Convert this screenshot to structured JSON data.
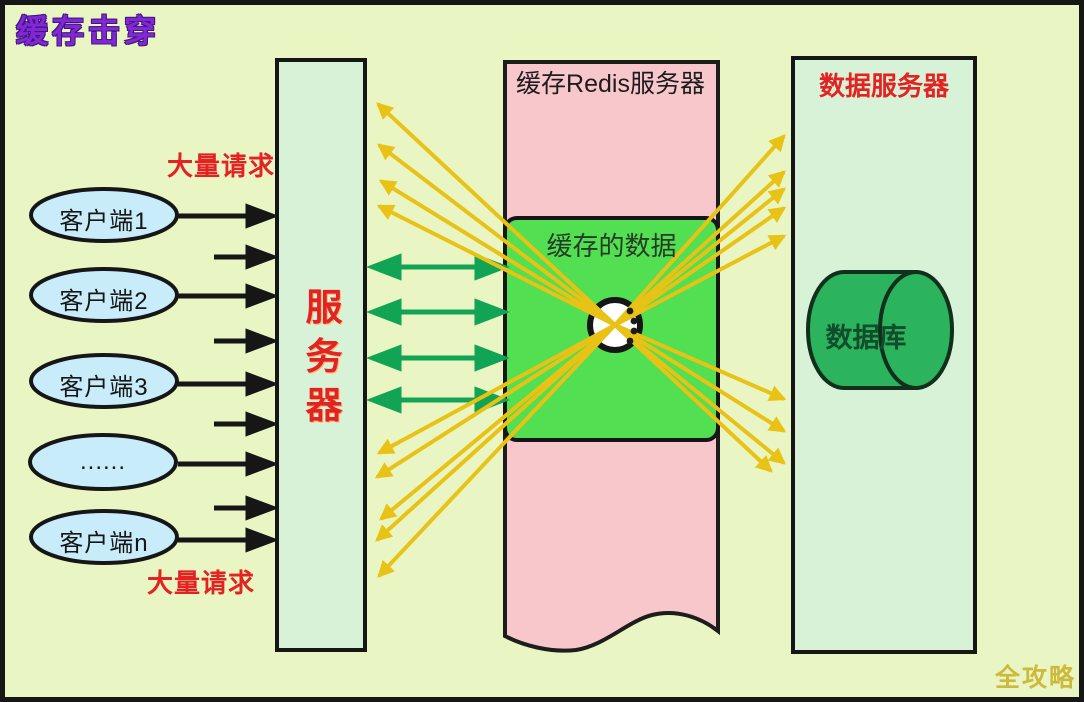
{
  "title": "缓存击穿",
  "annotations": {
    "requests_top": "大量请求",
    "requests_bottom": "大量请求"
  },
  "clients": [
    {
      "label": "客户端1"
    },
    {
      "label": "客户端2"
    },
    {
      "label": "客户端3"
    },
    {
      "label": "......"
    },
    {
      "label": "客户端n"
    }
  ],
  "server": {
    "label": "服务器"
  },
  "cache_server": {
    "title": "缓存Redis服务器",
    "cached_data_label": "缓存的数据"
  },
  "data_server": {
    "title": "数据服务器",
    "database_label": "数据库"
  },
  "watermark": "全攻略",
  "icons": {
    "breakdown_hole": "white-circle-hole",
    "request_arrow": "black-right-arrow",
    "sync_arrow": "green-double-arrow",
    "breakdown_arrow": "yellow-fan-arrow"
  },
  "colors": {
    "background": "#eaf5c4",
    "frame": "#161616",
    "server_fill": "#d8f2d8",
    "cache_fill": "#f8c7cb",
    "cached_data_fill": "#52df52",
    "database_fill": "#2bb35e",
    "client_fill": "#c9ecfa",
    "request_arrow": "#161616",
    "sync_arrow": "#12a455",
    "breakdown_arrow": "#e9c216",
    "red_text": "#e32222",
    "title_color": "#8426d8",
    "watermark_color": "#cdb93a"
  }
}
